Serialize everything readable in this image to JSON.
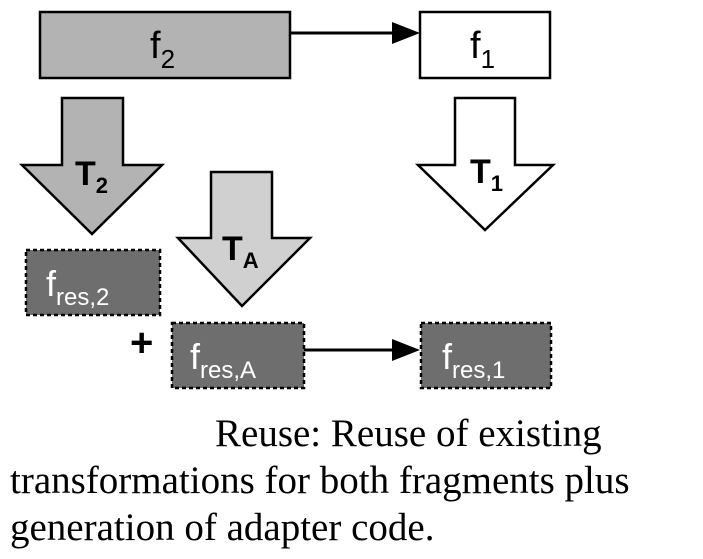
{
  "colors": {
    "box_gray": "#b3b3b3",
    "box_white": "#ffffff",
    "box_dark": "#6e6e6e",
    "arrow_gray": "#b3b3b3",
    "arrow_light": "#d0d0d0",
    "stroke": "#000000",
    "text_light": "#ffffff",
    "text_dark": "#000000"
  },
  "diagram": {
    "f2": {
      "base": "f",
      "sub": "2"
    },
    "f1": {
      "base": "f",
      "sub": "1"
    },
    "t2": {
      "base": "T",
      "sub": "2"
    },
    "t1": {
      "base": "T",
      "sub": "1"
    },
    "ta": {
      "base": "T",
      "sub": "A"
    },
    "fres2": {
      "base": "f",
      "sub": "res,2"
    },
    "fresa": {
      "base": "f",
      "sub": "res,A"
    },
    "fres1": {
      "base": "f",
      "sub": "res,1"
    },
    "plus": "+"
  },
  "caption": {
    "line1": "Reuse: Reuse of existing",
    "line2": "transformations for both fragments plus",
    "line3": "generation of adapter code."
  }
}
